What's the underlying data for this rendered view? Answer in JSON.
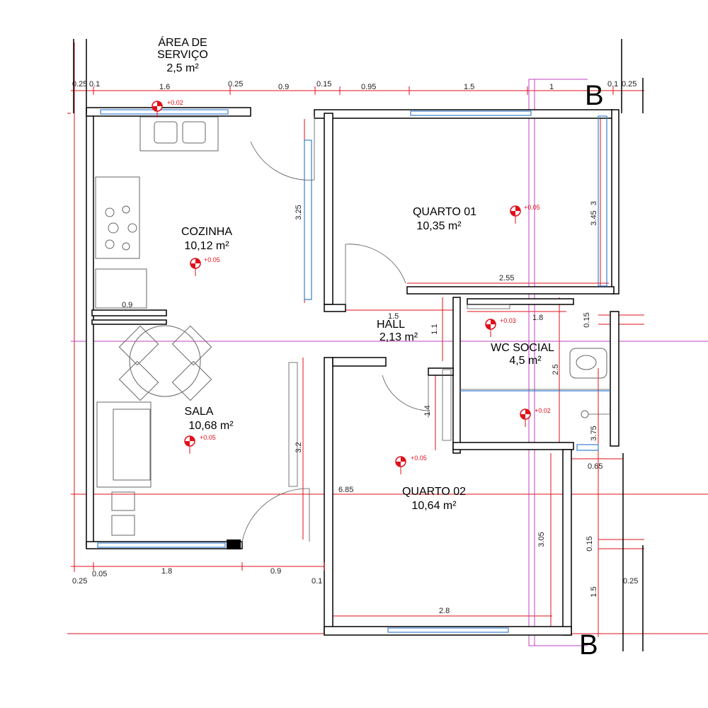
{
  "rooms": {
    "servico": {
      "name1": "ÁREA DE",
      "name2": "SERVIÇO",
      "area": "2,5 m²"
    },
    "cozinha": {
      "name": "COZINHA",
      "area": "10,12 m²",
      "level": "+0.05"
    },
    "quarto01": {
      "name": "QUARTO 01",
      "area": "10,35 m²",
      "level": "+0.05"
    },
    "hall": {
      "name": "HALL",
      "area": "2,13 m²",
      "level": "+0.03"
    },
    "wc": {
      "name": "WC SOCIAL",
      "area": "4,5 m²",
      "level": "+0.02"
    },
    "sala": {
      "name": "SALA",
      "area": "10,68 m²",
      "level": "+0.05"
    },
    "quarto02": {
      "name": "QUARTO 02",
      "area": "10,64 m²",
      "level": "+0.05"
    }
  },
  "levels": {
    "servico": "+0.02"
  },
  "section_marks": {
    "top": "B",
    "bottom": "B"
  },
  "dimensions": {
    "top": [
      "0.25",
      "0.1",
      "1.6",
      "0.25",
      "0.9",
      "0.15",
      "0.95",
      "1.5",
      "1",
      "0.1",
      "0.25"
    ],
    "bottom": [
      "0.25",
      "0.05",
      "1.8",
      "0.9",
      "0.1",
      "0.25"
    ],
    "cozinha_bottom": "0.9",
    "q1_height": "3.25",
    "q1_right": "3.45",
    "q1_right2": "3",
    "q1_width": "2.55",
    "hall_width": "1.5",
    "hall_h": "1.1",
    "wc_width": "1.8",
    "wc_r1": "0.15",
    "wc_h": "2.5",
    "wc_h2": "3.75",
    "hall_door": "1.4",
    "sala_h": "3.2",
    "total": "6.85",
    "q2_h": "3.05",
    "q2_width": "2.8",
    "right_065": "0.65",
    "right_015": "0.15",
    "right_15": "1.5"
  }
}
